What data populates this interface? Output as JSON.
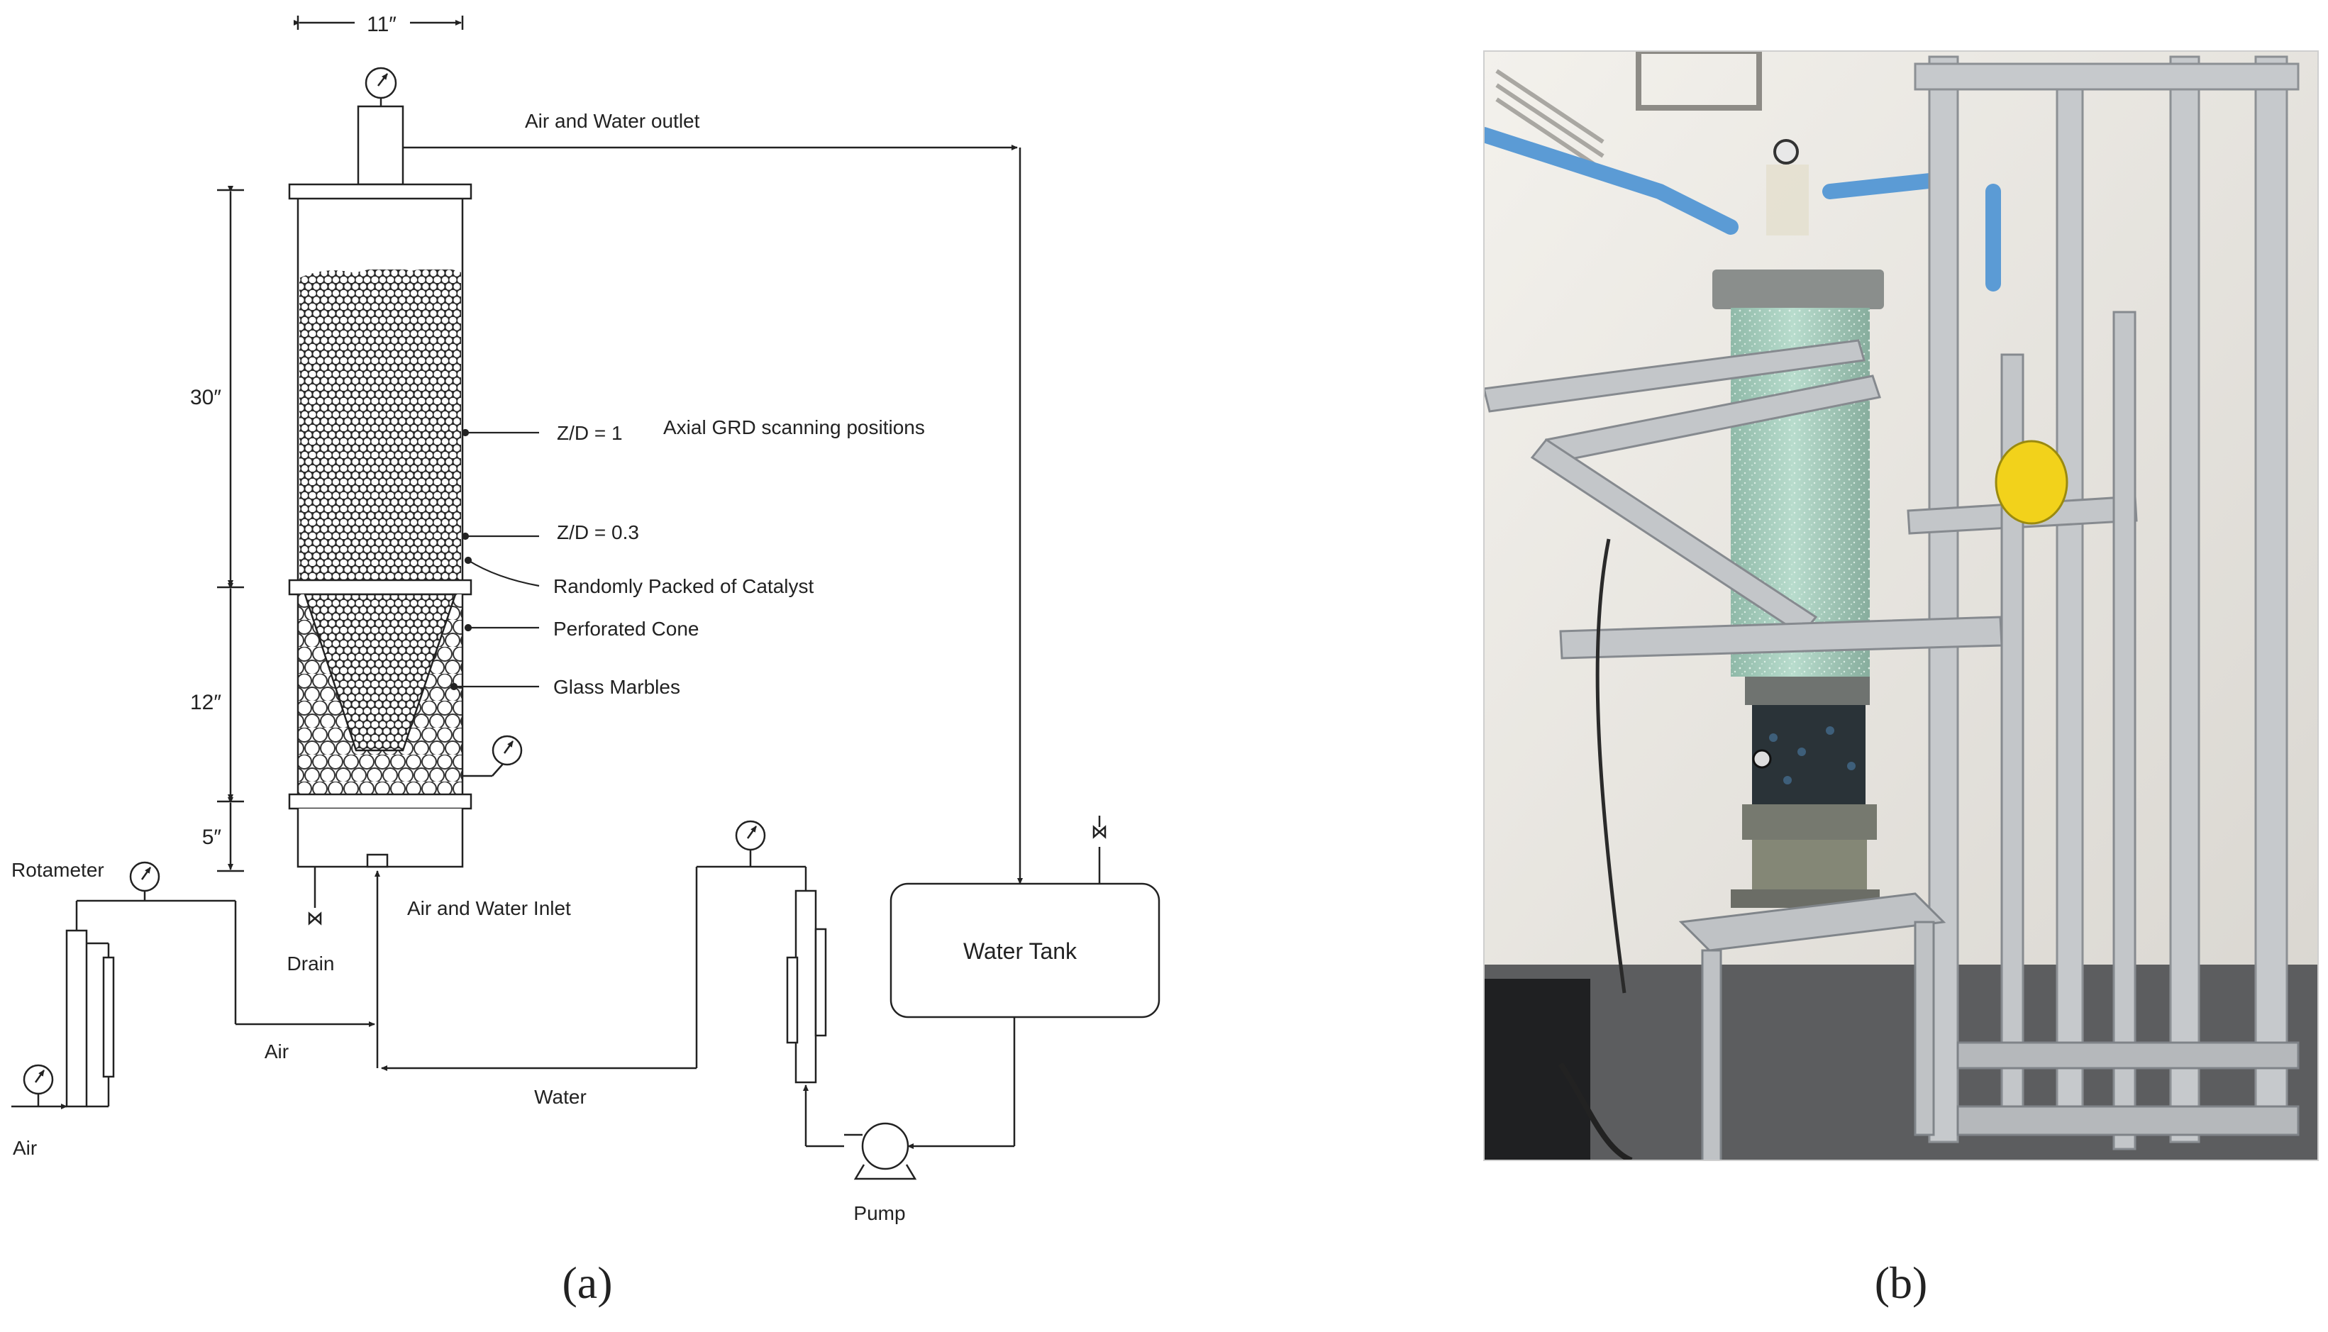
{
  "diagram": {
    "dimensions": {
      "width": "11″",
      "height_bed": "30″",
      "height_marbles": "12″",
      "height_plenum": "5″"
    },
    "labels": {
      "outlet": "Air and Water outlet",
      "zd1": "Z/D = 1",
      "axial": "Axial GRD scanning positions",
      "zd03": "Z/D = 0.3",
      "packed": "Randomly Packed of Catalyst",
      "cone": "Perforated Cone",
      "marbles": "Glass Marbles",
      "rotameter": "Rotameter",
      "drain": "Drain",
      "inlet": "Air and Water Inlet",
      "air_line": "Air",
      "air_source": "Air",
      "water": "Water",
      "tank": "Water Tank",
      "pump": "Pump"
    },
    "panel_label_a": "(a)"
  },
  "photo": {
    "panel_label_b": "(b)",
    "colors": {
      "column": "#a9cfc0",
      "frame": "#b9bcbf",
      "pipe": "#5b9bd5",
      "gauge_yellow": "#f2d21b"
    }
  }
}
